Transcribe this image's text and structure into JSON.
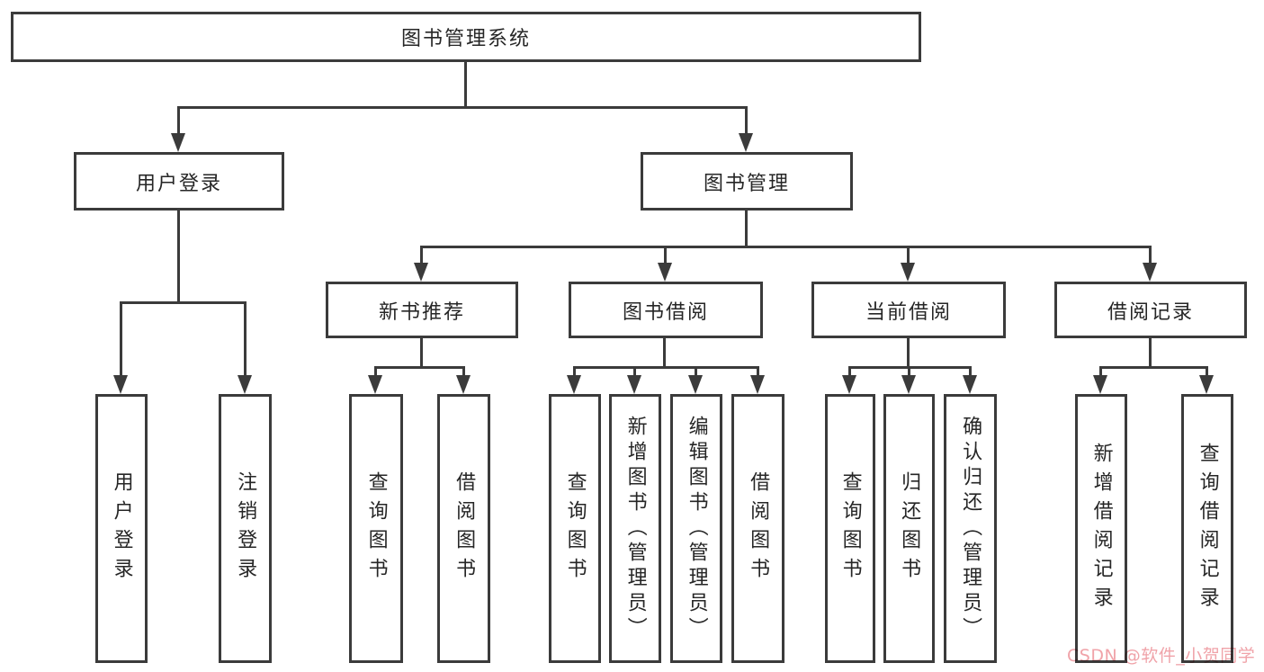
{
  "diagram": {
    "title": "图书管理系统",
    "root": {
      "label": "图书管理系统"
    },
    "branches": [
      {
        "label": "用户登录",
        "children": [
          {
            "label": "用户登录"
          },
          {
            "label": "注销登录"
          }
        ]
      },
      {
        "label": "图书管理",
        "children": [
          {
            "label": "新书推荐",
            "children": [
              {
                "label": "查询图书"
              },
              {
                "label": "借阅图书"
              }
            ]
          },
          {
            "label": "图书借阅",
            "children": [
              {
                "label": "查询图书"
              },
              {
                "label": "新增图书（管理员）"
              },
              {
                "label": "编辑图书（管理员）"
              },
              {
                "label": "借阅图书"
              }
            ]
          },
          {
            "label": "当前借阅",
            "children": [
              {
                "label": "查询图书"
              },
              {
                "label": "归还图书"
              },
              {
                "label": "确认归还（管理员）"
              }
            ]
          },
          {
            "label": "借阅记录",
            "children": [
              {
                "label": "新增借阅记录"
              },
              {
                "label": "查询借阅记录"
              }
            ]
          }
        ]
      }
    ]
  },
  "watermark": {
    "text": "CSDN @软件_小贺同学",
    "color": "#f0a3a9"
  },
  "colors": {
    "line": "#3b3b3b",
    "text": "#262626",
    "background": "#ffffff"
  }
}
